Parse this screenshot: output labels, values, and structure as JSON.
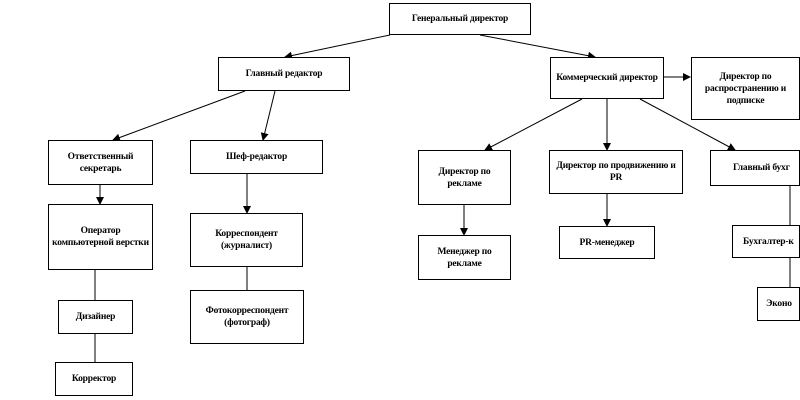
{
  "org_chart": {
    "general_director": "Генеральный директор",
    "chief_editor": "Главный редактор",
    "commercial_director": "Коммерческий директор",
    "distribution_director": "Директор по распространению и подписке",
    "executive_secretary": "Ответственный секретарь",
    "managing_editor": "Шеф-редактор",
    "ad_director": "Директор по рекламе",
    "promo_director": "Директор по продвижению и PR",
    "chief_accountant": "Главный бухг",
    "layout_operator": "Оператор компьютерной верстки",
    "correspondent": "Корреспондент (журналист)",
    "ad_manager": "Менеджер по рекламе",
    "pr_manager": "PR-менеджер",
    "accountant": "Бухгалтер-к",
    "designer": "Дизайнер",
    "photo_correspondent": "Фотокорреспондент (фотограф)",
    "economist": "Эконо",
    "proofreader": "Корректор"
  }
}
